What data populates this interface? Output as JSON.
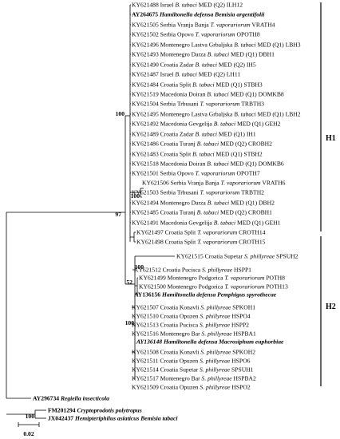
{
  "leaves": [
    {
      "acc": "KY621488",
      "pre": "Israel",
      "sp": "B. tabaci",
      "post": "MED (Q2) ILH12",
      "ref": false
    },
    {
      "acc": "AY264675",
      "pre": "",
      "sp": "Hamiltonella defensa Bemisia argentifolii",
      "post": "",
      "ref": true
    },
    {
      "acc": "KY621505",
      "pre": "Serbia Vranja Banja",
      "sp": "T. vaporariorum",
      "post": "VRATH4",
      "ref": false
    },
    {
      "acc": "KY621502",
      "pre": "Serbia Opovo",
      "sp": "T. vaporariorum",
      "post": "OPOTH8",
      "ref": false
    },
    {
      "acc": "KY621496",
      "pre": "Montenegro Lastva Grbaljska",
      "sp": "B. tabaci",
      "post": "MED (Q1) LBH3",
      "ref": false
    },
    {
      "acc": "KY621493",
      "pre": "Montenegro Darza",
      "sp": "B. tabaci",
      "post": "MED (Q1) DBH1",
      "ref": false
    },
    {
      "acc": "KY621490",
      "pre": "Croatia Zadar",
      "sp": "B. tabaci",
      "post": "MED (Q2) IH5",
      "ref": false
    },
    {
      "acc": "KY621487",
      "pre": "Israel",
      "sp": "B. tabaci",
      "post": "MED (Q2) LH11",
      "ref": false
    },
    {
      "acc": "KY621484",
      "pre": "Croatia Split",
      "sp": "B. tabaci",
      "post": "MED (Q1) STBH3",
      "ref": false
    },
    {
      "acc": "KY621519",
      "pre": "Macedonia Doiran",
      "sp": "B. tabaci",
      "post": "MED (Q1) DOMKB8",
      "ref": false
    },
    {
      "acc": "KY621504",
      "pre": "Serbia Trbusani",
      "sp": "T. vaporariorum",
      "post": "TRBTH3",
      "ref": false
    },
    {
      "acc": "KY621495",
      "pre": "Montenegro Lastva Grbaljska",
      "sp": "B. tabaci",
      "post": "MED (Q1) LBH2",
      "ref": false
    },
    {
      "acc": "KY621492",
      "pre": "Macedonia Gevgelija",
      "sp": "B. tabaci",
      "post": "MED (Q1) GEH2",
      "ref": false
    },
    {
      "acc": "KY621489",
      "pre": "Croatia Zadar",
      "sp": "B. tabaci",
      "post": "MED (Q1) IH1",
      "ref": false
    },
    {
      "acc": "KY621486",
      "pre": "Croatia Turanj",
      "sp": "B. tabaci",
      "post": "MED (Q2) CROBH2",
      "ref": false
    },
    {
      "acc": "KY621483",
      "pre": "Croatia Split",
      "sp": "B. tabaci",
      "post": "MED (Q1) STBH2",
      "ref": false
    },
    {
      "acc": "KY621518",
      "pre": "Macedonia Doiran",
      "sp": "B. tabaci",
      "post": "MED (Q1) DOMKB6",
      "ref": false
    },
    {
      "acc": "KY621501",
      "pre": "Serbia Opovo",
      "sp": "T. vaporariorum",
      "post": "OPOTH7",
      "ref": false
    },
    {
      "acc": "KY621506",
      "pre": "Serbia Vranja Banja",
      "sp": "T. vaporariorum",
      "post": "VRATH6",
      "ref": false
    },
    {
      "acc": "KY621503",
      "pre": "Serbia Trbusani",
      "sp": "T. vaporariorum",
      "post": "TRBTH2",
      "ref": false
    },
    {
      "acc": "KY621494",
      "pre": "Montenegro Darza",
      "sp": "B. tabaci",
      "post": "MED (Q1) DBH2",
      "ref": false
    },
    {
      "acc": "KY621485",
      "pre": "Croatia Turanj",
      "sp": "B. tabaci",
      "post": "MED (Q2) CROBH1",
      "ref": false
    },
    {
      "acc": "KY621491",
      "pre": "Macedonia Gevgelija",
      "sp": "B. tabaci",
      "post": "MED (Q1) GEH1",
      "ref": false
    },
    {
      "acc": "KY621497",
      "pre": "Croatia Split",
      "sp": "T. vaporariorum",
      "post": "CROTH14",
      "ref": false
    },
    {
      "acc": "KY621498",
      "pre": "Croatia Split",
      "sp": "T. vaporariorum",
      "post": "CROTH15",
      "ref": false
    },
    {
      "acc": "KY621515",
      "pre": "Croatia Supetar",
      "sp": "S. phillyreae",
      "post": "SPSUH2",
      "ref": false
    },
    {
      "acc": "KY621512",
      "pre": "Croatia Pucisca",
      "sp": "S. phillyreae",
      "post": "HSPP1",
      "ref": false
    },
    {
      "acc": "KY621499",
      "pre": "Montenegro Podgorica",
      "sp": "T. vaporariorum",
      "post": "POTH8",
      "ref": false
    },
    {
      "acc": "KY621500",
      "pre": "Montenegro Podgorica",
      "sp": "T. vaporariorum",
      "post": "POTH13",
      "ref": false
    },
    {
      "acc": "AY136156",
      "pre": "",
      "sp": "Hamiltonella defensa Pemphigus spyrothecae",
      "post": "",
      "ref": true
    },
    {
      "acc": "KY621507",
      "pre": "Croatia Konavli",
      "sp": "S. phillyreae",
      "post": "SPKOH1",
      "ref": false
    },
    {
      "acc": "KY621510",
      "pre": "Croatia Opuzen",
      "sp": "S. phillyreae",
      "post": "HSPO4",
      "ref": false
    },
    {
      "acc": "KY621513",
      "pre": "Croatia Pucisca",
      "sp": "S. phillyreae",
      "post": "HSPP2",
      "ref": false
    },
    {
      "acc": "KY621516",
      "pre": "Montenegro Bar",
      "sp": "S. phillyreae",
      "post": "HSPBA1",
      "ref": false
    },
    {
      "acc": "AY136148",
      "pre": "",
      "sp": "Hamiltonella defensa Macrosiphum euphorbiae",
      "post": "",
      "ref": true,
      "allItalic": true
    },
    {
      "acc": "KY621508",
      "pre": "Croatia Konavli",
      "sp": "S. phillyreae",
      "post": "SPKOH2",
      "ref": false
    },
    {
      "acc": "KY621511",
      "pre": "Croatia Opuzen",
      "sp": "S. phillyreae",
      "post": "HSPO6",
      "ref": false
    },
    {
      "acc": "KY621514",
      "pre": "Croatia Supetar",
      "sp": "S. phillyreae",
      "post": "SPSUH1",
      "ref": false
    },
    {
      "acc": "KY621517",
      "pre": "Montenegro Bar",
      "sp": "S. phillyreae",
      "post": "HSPBA2",
      "ref": false
    },
    {
      "acc": "KY621509",
      "pre": "Croatia Opuzen",
      "sp": "S. phillyreae",
      "post": "HSPO2",
      "ref": false
    },
    {
      "acc": "AY296734",
      "pre": "",
      "sp": "Regiella insecticola",
      "post": "",
      "ref": true
    },
    {
      "acc": "FM201294",
      "pre": "",
      "sp": "Cryptoprodotis polytropus",
      "post": "",
      "ref": true
    },
    {
      "acc": "JX042437",
      "pre": "",
      "sp": "Hemipteriphilus asiaticus Bemisia tabaci",
      "post": "",
      "ref": true
    }
  ],
  "bootstrap": [
    "100",
    "100",
    "97",
    "100",
    "52",
    "100",
    "100"
  ],
  "clades": {
    "h1": "H1",
    "h2": "H2"
  },
  "scale": {
    "label": "0.02"
  }
}
